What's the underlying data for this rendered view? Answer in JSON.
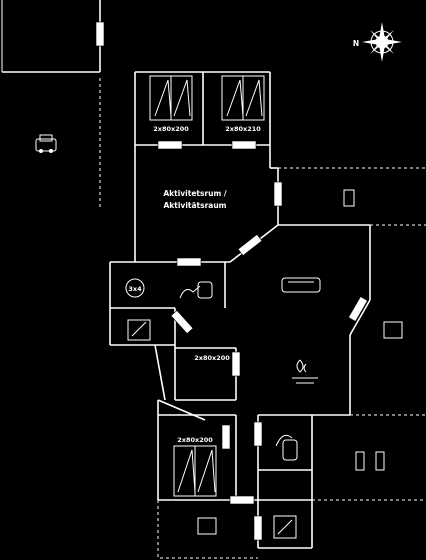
{
  "compass": {
    "north_letter": "N"
  },
  "rooms": {
    "activity_room": {
      "line1": "Aktivitetsrum /",
      "line2": "Aktivitätsraum"
    },
    "bed_left": "2x80x200",
    "bed_right": "2x80x210",
    "bed_middle": "2x80x200",
    "bed_lower": "2x80x200",
    "spa_badge": "3x4"
  },
  "icons": [
    "car-icon",
    "bed-icon",
    "sofa-icon",
    "fireplace-icon",
    "toilet-icon",
    "sink-icon",
    "spa-icon",
    "compass-rose-icon"
  ]
}
